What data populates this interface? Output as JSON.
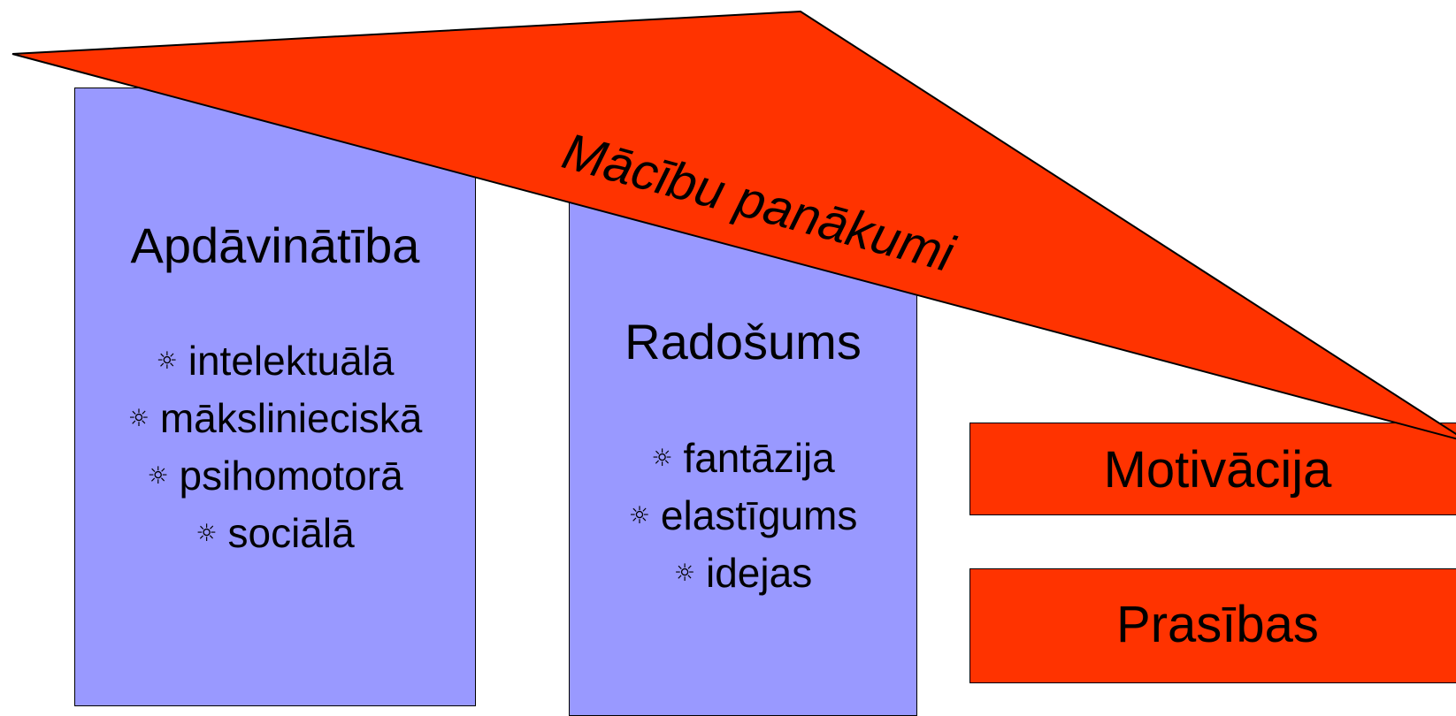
{
  "diagram": {
    "roof": {
      "label": "Mācību panākumi",
      "fill_color": "#ff3300"
    },
    "pillars": [
      {
        "title": "Apdāvinātība",
        "fill_color": "#9999ff",
        "items": [
          {
            "icon": "sun-bullet-icon",
            "symbol": "☼",
            "label": "intelektuālā"
          },
          {
            "icon": "sun-bullet-icon",
            "symbol": "☼",
            "label": "mākslinieciskā"
          },
          {
            "icon": "sun-bullet-icon",
            "symbol": "☼",
            "label": "psihomotorā"
          },
          {
            "icon": "sun-bullet-icon",
            "symbol": "☼",
            "label": "sociālā"
          }
        ]
      },
      {
        "title": "Radošums",
        "fill_color": "#9999ff",
        "items": [
          {
            "icon": "sun-bullet-icon",
            "symbol": "☼",
            "label": "fantāzija"
          },
          {
            "icon": "sun-bullet-icon",
            "symbol": "☼",
            "label": "elastīgums"
          },
          {
            "icon": "sun-bullet-icon",
            "symbol": "☼",
            "label": "idejas"
          }
        ]
      }
    ],
    "side_boxes": [
      {
        "label": "Motivācija",
        "fill_color": "#ff3300"
      },
      {
        "label": "Prasības",
        "fill_color": "#ff3300"
      }
    ]
  }
}
